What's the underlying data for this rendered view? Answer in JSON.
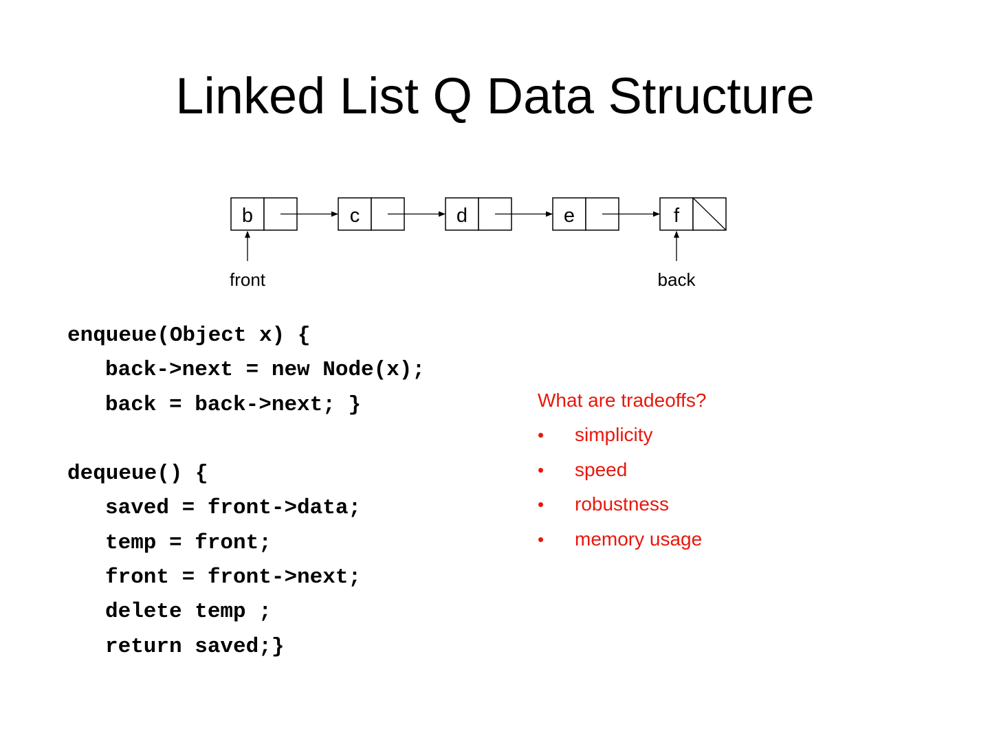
{
  "title": "Linked List Q Data Structure",
  "nodes": [
    {
      "label": "b",
      "next": "pointer"
    },
    {
      "label": "c",
      "next": "pointer"
    },
    {
      "label": "d",
      "next": "pointer"
    },
    {
      "label": "e",
      "next": "pointer"
    },
    {
      "label": "f",
      "next": "null"
    }
  ],
  "pointers": {
    "front": {
      "label": "front",
      "points_to": "b"
    },
    "back": {
      "label": "back",
      "points_to": "f"
    }
  },
  "code": {
    "lines": [
      {
        "text": "enqueue(Object x) {",
        "indent": false
      },
      {
        "text": "back->next = new Node(x);",
        "indent": true
      },
      {
        "text": "back = back->next; }",
        "indent": true
      },
      {
        "text": "",
        "indent": false
      },
      {
        "text": "dequeue() {",
        "indent": false
      },
      {
        "text": "saved = front->data;",
        "indent": true
      },
      {
        "text": "temp = front;",
        "indent": true
      },
      {
        "text": "front = front->next;",
        "indent": true
      },
      {
        "text": "delete temp ;",
        "indent": true
      },
      {
        "text": "return saved;}",
        "indent": true
      }
    ]
  },
  "tradeoffs": {
    "heading": "What are tradeoffs?",
    "bullet_symbol": "•",
    "items": [
      "simplicity",
      "speed",
      "robustness",
      "memory usage"
    ],
    "color": "#e8170c"
  }
}
